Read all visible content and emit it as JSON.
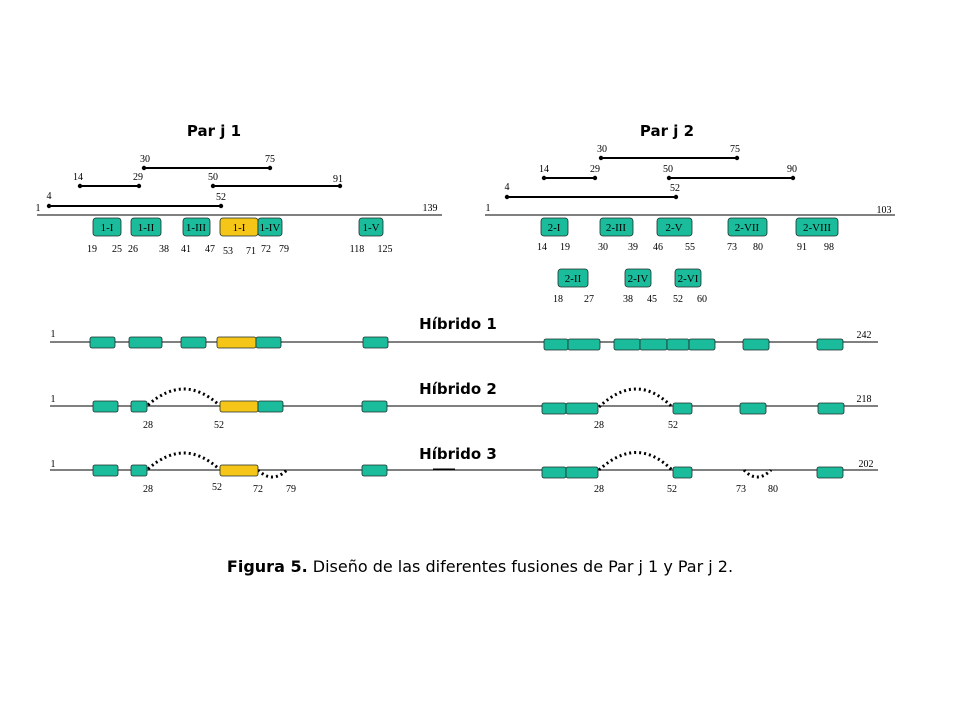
{
  "panels": {
    "left_title": "Par j 1",
    "right_title": "Par j 2",
    "hybrid_titles": [
      "Híbrido 1",
      "Híbrido 2",
      "Híbrido 3"
    ]
  },
  "left_end_labels": [
    "1",
    "139"
  ],
  "left_range_labels": [
    "30",
    "75",
    "14",
    "29",
    "50",
    "91",
    "4",
    "52"
  ],
  "left_blocks": [
    "1-I",
    "1-II",
    "1-III",
    "1-I",
    "1-IV",
    "1-V"
  ],
  "left_position_labels": [
    "19",
    "25",
    "26",
    "38",
    "41",
    "47",
    "53",
    "71",
    "72",
    "79",
    "118",
    "125"
  ],
  "right_end_labels": [
    "1",
    "103"
  ],
  "right_range_labels": [
    "30",
    "75",
    "14",
    "29",
    "50",
    "90",
    "4",
    "52"
  ],
  "right_blocks_top": [
    "2-I",
    "2-III",
    "2-V",
    "2-VII",
    "2-VIII"
  ],
  "right_position_labels_top": [
    "14",
    "19",
    "30",
    "39",
    "46",
    "55",
    "73",
    "80",
    "91",
    "98"
  ],
  "right_blocks_bottom": [
    "2-II",
    "2-IV",
    "2-VI"
  ],
  "right_position_labels_bottom": [
    "18",
    "27",
    "38",
    "45",
    "52",
    "60"
  ],
  "hybrid_end_labels": [
    "1",
    "242",
    "1",
    "218",
    "1",
    "202"
  ],
  "hybrid2_labels": [
    "28",
    "52",
    "28",
    "52"
  ],
  "hybrid3_labels": [
    "28",
    "52",
    "72",
    "79",
    "28",
    "52",
    "73",
    "80"
  ],
  "caption": {
    "label": "Figura 5.",
    "text": " Diseño de las diferentes fusiones de  Par j 1 y Par j 2."
  },
  "colors": {
    "segment": "#1abc9c",
    "highlight": "#f5c518",
    "line": "#000000"
  }
}
